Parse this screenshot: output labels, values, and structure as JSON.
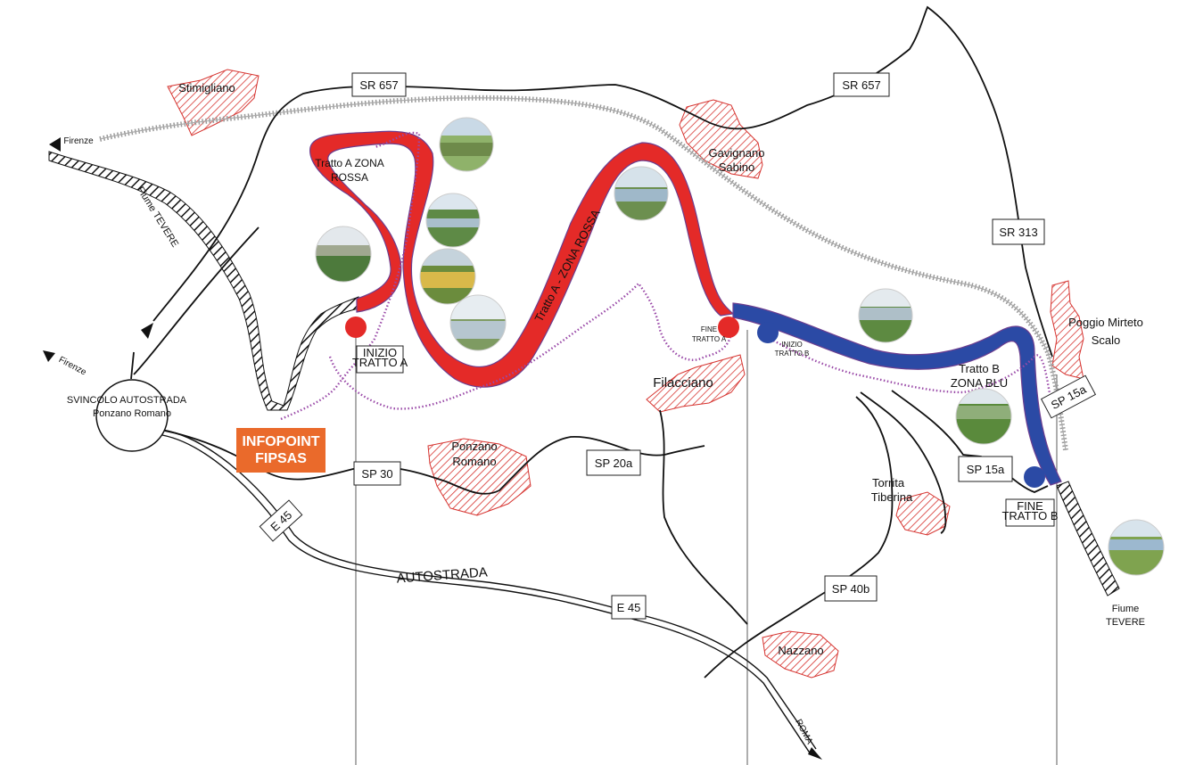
{
  "colors": {
    "zona_rossa": "#e42a28",
    "zona_blu": "#2b4aa5",
    "town_hatch": "#d6332f",
    "infopoint": "#ea6a2b",
    "path_dotted": "#9a4aa8"
  },
  "roads": {
    "sr657_left": "SR 657",
    "sr657_right": "SR 657",
    "sr313": "SR 313",
    "sp15a_top": "SP 15a",
    "sp15a_bottom": "SP 15a",
    "sp30": "SP 30",
    "sp20a": "SP 20a",
    "sp40b": "SP 40b",
    "e45_left": "E 45",
    "e45_right": "E 45",
    "autostrada": "AUTOSTRADA",
    "roma": "ROMA"
  },
  "places": {
    "stimigliano": "Stimigliano",
    "gavignano_1": "Gavignano",
    "gavignano_2": "Sabino",
    "poggio_1": "Poggio Mirteto",
    "poggio_2": "Scalo",
    "filacciano": "Filacciano",
    "ponzano_1": "Ponzano",
    "ponzano_2": "Romano",
    "torrita_1": "Torrita",
    "torrita_2": "Tiberina",
    "nazzano": "Nazzano",
    "firenze_top": "Firenze",
    "firenze_left": "Firenze",
    "svincolo_1": "SVINCOLO AUTOSTRADA",
    "svincolo_2": "Ponzano Romano",
    "fiume_tevere_top": "Fiume TEVERE",
    "fiume_1": "Fiume",
    "fiume_2": "TEVERE"
  },
  "sections": {
    "tratto_a_1": "Tratto A ZONA",
    "tratto_a_2": "ROSSA",
    "tratto_a_curved": "Tratto A - ZONA ROSSA",
    "tratto_b_1": "Tratto B",
    "tratto_b_2": "ZONA BLU",
    "inizio_a_1": "INIZIO",
    "inizio_a_2": "TRATTO A",
    "fine_a_1": "FINE",
    "fine_a_2": "TRATTO A",
    "inizio_b_1": "INIZIO",
    "inizio_b_2": "TRATTO B",
    "fine_b_1": "FINE",
    "fine_b_2": "TRATTO B"
  },
  "infopoint": {
    "line1": "INFOPOINT",
    "line2": "FIPSAS"
  }
}
